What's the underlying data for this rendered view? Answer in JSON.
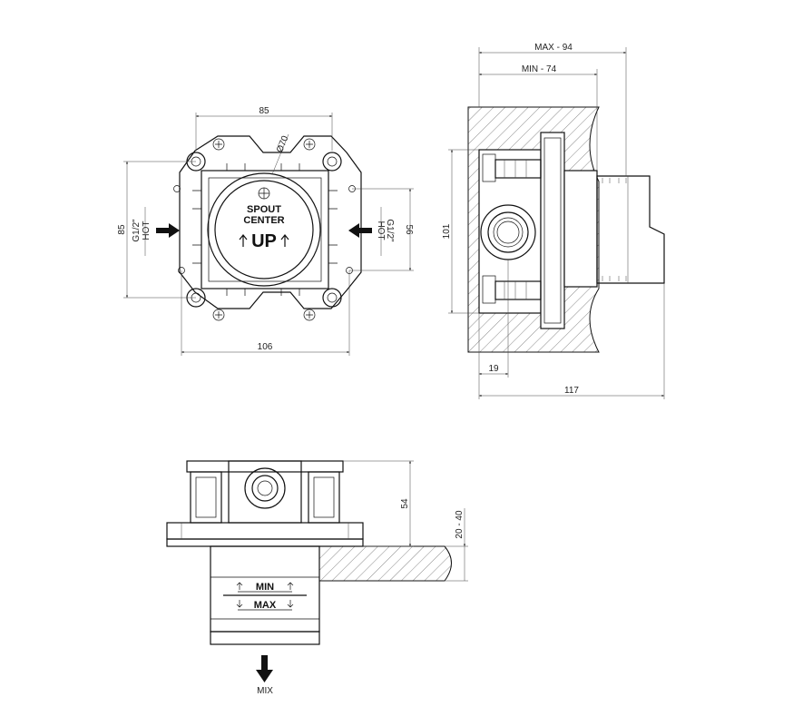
{
  "front_view": {
    "dim_top_width": "85",
    "dim_diameter": "Ø70",
    "dim_left_height": "85",
    "dim_bottom_width": "106",
    "dim_right_height": "56",
    "label_left_port": "G1/2\"",
    "label_left_port_sub": "HOT",
    "label_right_port": "G1/2\"",
    "label_right_port_sub": "HOT",
    "center_text_line1": "SPOUT",
    "center_text_line2": "CENTER",
    "center_up": "UP"
  },
  "side_view": {
    "dim_max": "MAX - 94",
    "dim_min": "MIN - 74",
    "dim_height": "101",
    "dim_offset": "19",
    "dim_total": "117"
  },
  "bottom_view": {
    "dim_height": "54",
    "dim_range": "20 - 40",
    "min_label": "MIN",
    "max_label": "MAX",
    "mix_label": "MIX"
  }
}
